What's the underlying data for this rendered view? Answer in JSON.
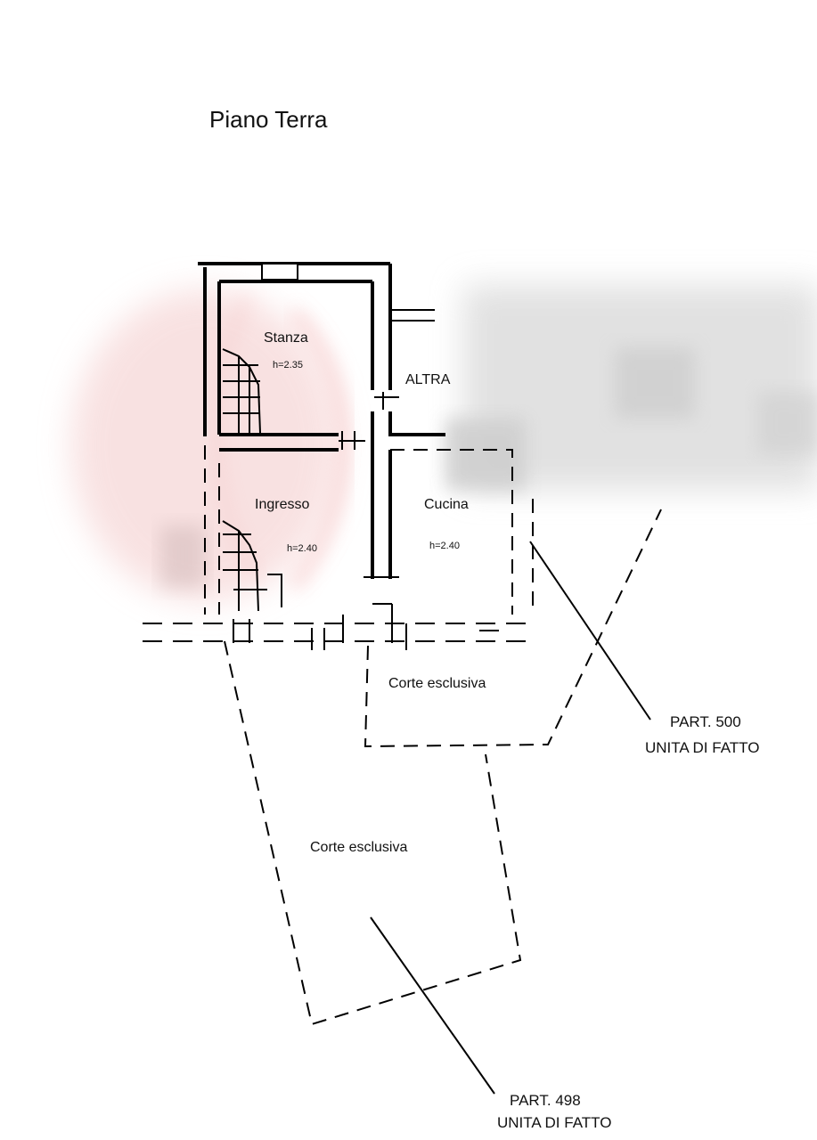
{
  "plan": {
    "title": "Piano Terra",
    "rooms": [
      {
        "name": "Stanza",
        "height": "h=2.35"
      },
      {
        "name": "Ingresso",
        "height": "h=2.40"
      },
      {
        "name": "Cucina",
        "height": "h=2.40"
      }
    ],
    "altra_label": "ALTRA",
    "courtyards": [
      "Corte esclusiva",
      "Corte esclusiva"
    ],
    "parcels": [
      {
        "part": "PART. 500",
        "unit": "UNITA DI FATTO"
      },
      {
        "part": "PART. 498",
        "unit": "UNITA DI FATTO"
      }
    ]
  },
  "colors": {
    "ink": "#111111",
    "watermark": "#e88b8b"
  }
}
